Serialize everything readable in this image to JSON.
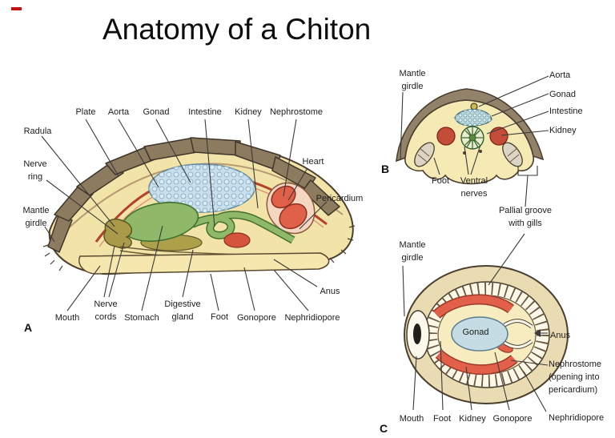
{
  "title": "Anatomy of a Chiton",
  "colors": {
    "body_cream": "#f2e3a9",
    "plate_brown": "#8d7b5f",
    "aorta_red": "#b5402e",
    "gonad_blue": "#c9dfeb",
    "organ_green": "#8fb968",
    "digestive_olive": "#ada04b",
    "heart_red": "#e0604a",
    "kidney_red": "#c44d39",
    "girdle_tan": "#eadcb2",
    "accent_dash": "#c41212"
  },
  "panel_a": {
    "tag": "A",
    "labels": {
      "plate": "Plate",
      "aorta": "Aorta",
      "gonad": "Gonad",
      "intestine": "Intestine",
      "kidney": "Kidney",
      "nephrostome": "Nephrostome",
      "radula": "Radula",
      "nerve_ring": "Nerve\nring",
      "mantle_girdle": "Mantle\ngirdle",
      "heart": "Heart",
      "pericardium": "Pericardium",
      "anus": "Anus",
      "mouth": "Mouth",
      "nerve_cords": "Nerve\ncords",
      "stomach": "Stomach",
      "digestive_gland": "Digestive\ngland",
      "foot": "Foot",
      "gonopore": "Gonopore",
      "nephridiopore": "Nephridiopore"
    }
  },
  "panel_b": {
    "tag": "B",
    "labels": {
      "mantle_girdle": "Mantle\ngirdle",
      "aorta": "Aorta",
      "gonad": "Gonad",
      "intestine": "Intestine",
      "kidney": "Kidney",
      "foot": "Foot",
      "ventral_nerves": "Ventral\nnerves",
      "pallial_groove": "Pallial groove\nwith gills"
    }
  },
  "panel_c": {
    "tag": "C",
    "labels": {
      "mantle_girdle": "Mantle\ngirdle",
      "gonad": "Gonad",
      "anus": "Anus",
      "nephrostome": "Nephrostome\n(opening into\npericardium)",
      "nephridiopore": "Nephridiopore",
      "mouth": "Mouth",
      "foot": "Foot",
      "kidney": "Kidney",
      "gonopore": "Gonopore"
    }
  }
}
